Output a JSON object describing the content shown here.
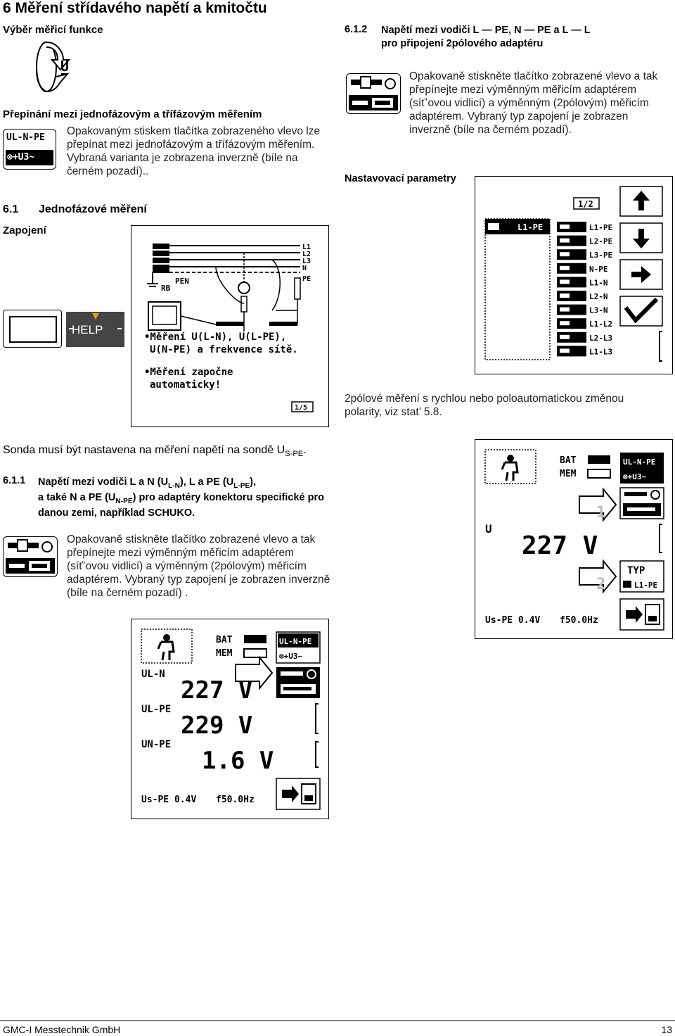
{
  "page": {
    "title": "6    Měření střídavého napětí a kmitočtu",
    "footer_company": "GMC-I Messtechnik GmbH",
    "page_number": "13"
  },
  "left": {
    "func_heading": "Výběr měřicí funkce",
    "func_symbol": "U",
    "switch_heading": "Přepínání mezi jednofázovým a třífázovým měřením",
    "switch_text": "Opakovaným stiskem tlačítka zobrazeného vlevo lze přepínat mezi jednofázovým a třífázovým měřením. Vybraná varianta je zobrazena inverzně (bíle na černém pozadí)..",
    "switch_icon_top": "UL-N-PE",
    "switch_icon_bottom": "⊗+U3~",
    "s61_number": "6.1",
    "s61_title": "Jednofázové měření",
    "connection_label": "Zapojení",
    "help_label": "HELP",
    "wiring_screen": {
      "lines": [
        "L1",
        "L2",
        "L3",
        "N",
        "PE"
      ],
      "rb": "RB",
      "pen": "PEN",
      "text1": "•Měření U(L-N), U(L-PE),",
      "text2": "U(N-PE) a frekvence sítě.",
      "text3": "•Měření započne",
      "text4": "automaticky!",
      "page": "1/5"
    },
    "probe_note": "Sonda musí být nastavena na měření napětí na sondě U",
    "probe_note_sub": "S-PE",
    "probe_note_end": ".",
    "s611_number": "6.1.1",
    "s611_line1a": "Napětí mezi vodiči L a N (U",
    "s611_line1_sub1": "L-N",
    "s611_line1b": "), L a PE (U",
    "s611_line1_sub2": "L-PE",
    "s611_line1c": "),",
    "s611_line2a": "a také N a PE (U",
    "s611_line2_sub": "N-PE",
    "s611_line2b": ") pro adaptéry konektoru specifické pro",
    "s611_line3": "danou zemi, například SCHUKO.",
    "adapter_text": "Opakovaně stiskněte tlačítko zobrazené vlevo a tak přepínejte mezi výměnným měřicím adaptérem (síť’ovou vidlicí) a výměnným (2pólovým) měřicím adaptérem. Vybraný typ zapojení je zobrazen inverzně (bíle na černém pozadí) .",
    "meas_screen": {
      "bat": "BAT",
      "mem": "MEM",
      "icon_top": "UL-N-PE",
      "icon_bottom": "⊗+U3~",
      "r1_label": "UL-N",
      "r1_value": "227 V",
      "r2_label": "UL-PE",
      "r2_value": "229 V",
      "r3_label": "UN-PE",
      "r3_value": "1.6 V",
      "footer_us": "Us-PE 0.4V",
      "footer_f": "f50.0Hz"
    }
  },
  "right": {
    "s612_number": "6.1.2",
    "s612_line1": "Napětí mezi vodiči L — PE, N — PE a L — L",
    "s612_line2": "pro připojení 2pólového adaptéru",
    "adapter_text": "Opakovaně stiskněte tlačítko zobrazené vlevo a tak přepínejte mezi výměnným měřicím adaptérem (síť’ovou vidlicí) a výměnným (2pólovým) měřicím adaptérem. Vybraný typ zapojení je zobrazen inverzně (bíle na černém pozadí).",
    "params_label": "Nastavovací parametry",
    "param_screen": {
      "page": "1/2",
      "selected": "L1-PE",
      "options": [
        "L1-PE",
        "L2-PE",
        "L3-PE",
        "N-PE",
        "L1-N",
        "L2-N",
        "L3-N",
        "L1-L2",
        "L2-L3",
        "L1-L3"
      ]
    },
    "twopole_text": "2pólové měření s rychlou nebo poloautomatickou změnou polarity, viz stat’ 5.8.",
    "meas_screen": {
      "bat": "BAT",
      "mem": "MEM",
      "label": "U",
      "value": "227 V",
      "badge1": "1",
      "badge2": "2",
      "typ": "TYP",
      "typ_value": "L1-PE",
      "footer_us": "Us-PE 0.4V",
      "footer_f": "f50.0Hz"
    }
  }
}
